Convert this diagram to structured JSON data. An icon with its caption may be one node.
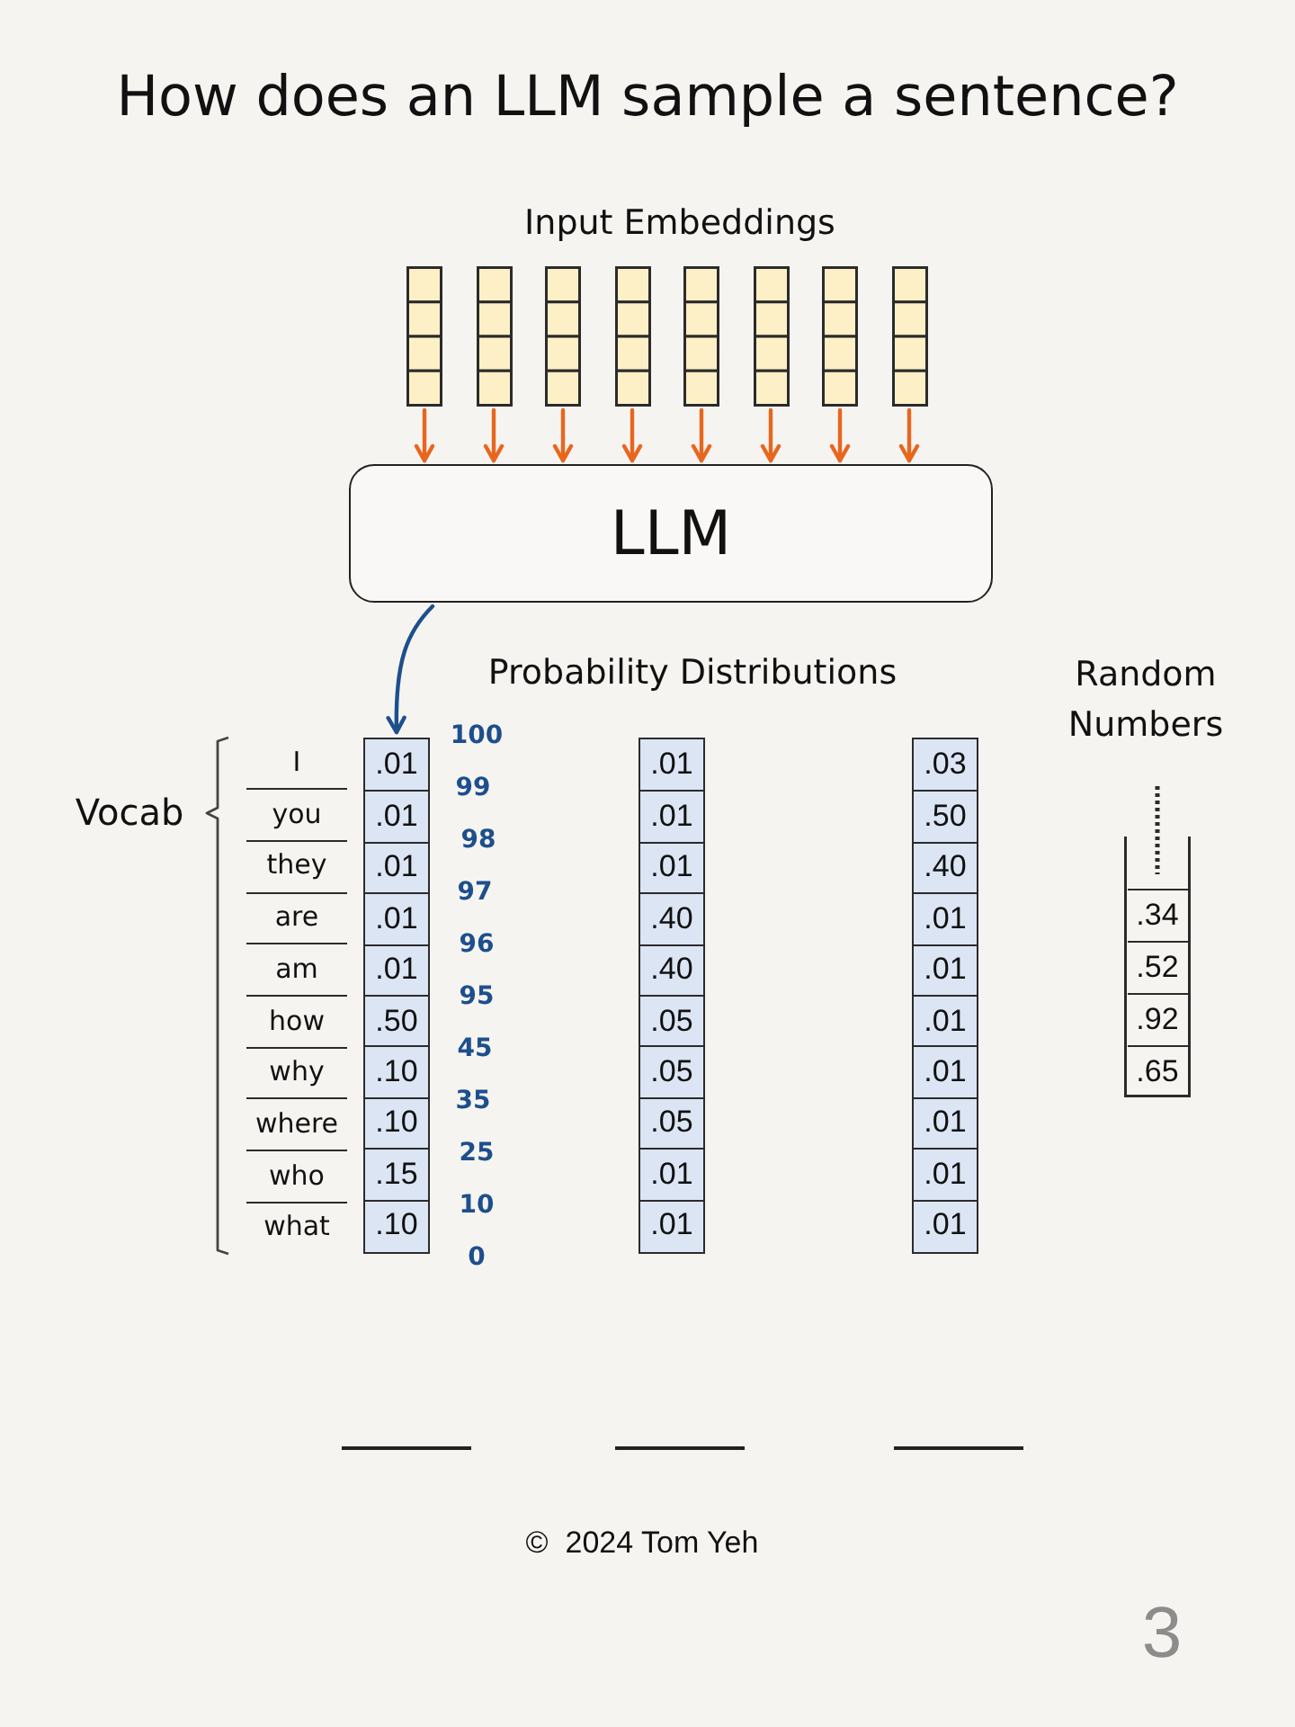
{
  "diagram": {
    "title": "How does an LLM sample a sentence?",
    "nodes": [
      {
        "text": [],
        "shape": "box"
      },
      {
        "text": [],
        "shape": "box"
      },
      {
        "text": [],
        "shape": "box"
      },
      {
        "text": [],
        "shape": "box"
      },
      {
        "text": [],
        "shape": "box"
      },
      {
        "text": [],
        "shape": "box"
      },
      {
        "text": [],
        "shape": "box"
      },
      {
        "text": [],
        "shape": "box"
      },
      {
        "text": [
          "LLM"
        ]
      },
      {
        "text": [
          ".01",
          ".01",
          ".01",
          ".01",
          ".01",
          ".50",
          ".10",
          ".10",
          ".15",
          ".10"
        ]
      },
      {
        "text": [
          ".01",
          ".01",
          ".01",
          ".40",
          ".40",
          ".05",
          ".05",
          ".05",
          ".01",
          ".01"
        ]
      },
      {
        "text": [
          ".03",
          ".50",
          ".40",
          ".01",
          ".01",
          ".01",
          ".01",
          ".01",
          ".01",
          ".01"
        ]
      },
      {
        "text": [
          ".34",
          ".52",
          ".92",
          ".65"
        ]
      }
    ],
    "edges": [
      {
        "from": 0,
        "to": 8,
        "arrow": "to"
      },
      {
        "from": 1,
        "to": 8,
        "arrow": "to"
      },
      {
        "from": 2,
        "to": 8,
        "arrow": "to"
      },
      {
        "from": 3,
        "to": 8,
        "arrow": "to"
      },
      {
        "from": 4,
        "to": 8,
        "arrow": "to"
      },
      {
        "from": 5,
        "to": 8,
        "arrow": "to"
      },
      {
        "from": 6,
        "to": 8,
        "arrow": "to"
      },
      {
        "from": 7,
        "to": 8,
        "arrow": "to"
      },
      {
        "from": 8,
        "to": 9,
        "arrow": "to",
        "color": "#1d4f8c"
      }
    ],
    "labels": [
      "Input Embeddings",
      "Probability Distributions",
      "Random Numbers",
      "Vocab",
      "I",
      "you",
      "they",
      "are",
      "am",
      "how",
      "why",
      "where",
      "who",
      "what",
      "100",
      "99",
      "98",
      "97",
      "96",
      "95",
      "45",
      "35",
      "25",
      "10",
      "0",
      "©  2024 Tom Yeh",
      "3"
    ]
  }
}
